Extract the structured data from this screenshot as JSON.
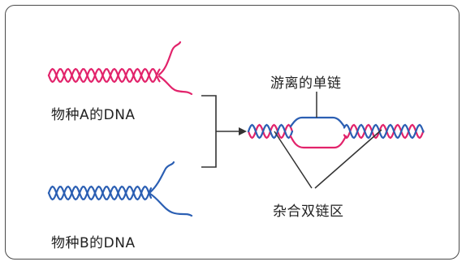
{
  "labels": {
    "species_a": "物种A的DNA",
    "species_b": "物种B的DNA",
    "free_single_strand": "游离的单链",
    "hybrid_region": "杂合双链区"
  },
  "colors": {
    "strand_a": "#e2236b",
    "strand_b": "#2b5fb3",
    "line": "#333333"
  }
}
